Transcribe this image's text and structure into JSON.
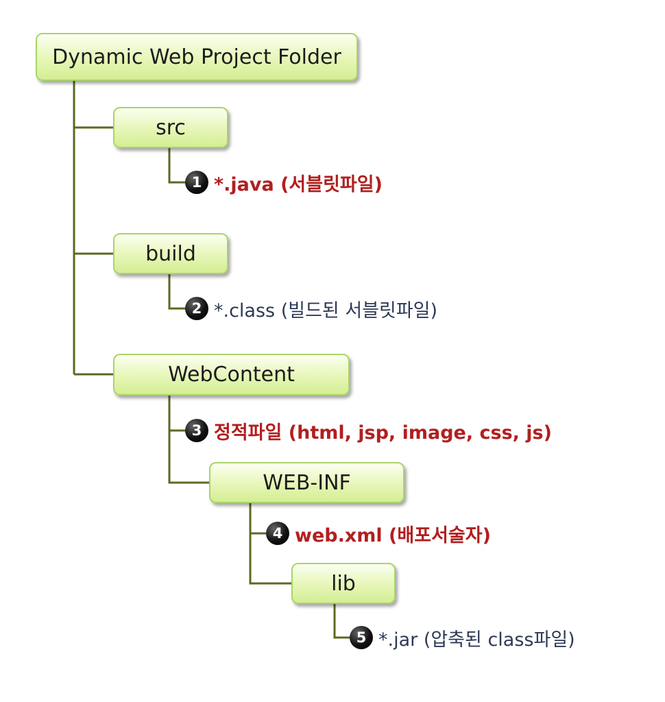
{
  "colors": {
    "connector": "#5a6a22",
    "highlight": "#b21f1f",
    "normal": "#2d3a55",
    "folder_border": "#a9d46a"
  },
  "folders": {
    "root": "Dynamic Web Project Folder",
    "src": "src",
    "build": "build",
    "webcontent": "WebContent",
    "webinf": "WEB-INF",
    "lib": "lib"
  },
  "annotations": {
    "java": {
      "number": "1",
      "text": "*.java (서블릿파일)",
      "style": "highlight"
    },
    "class": {
      "number": "2",
      "text": "*.class (빌드된 서블릿파일)",
      "style": "normal"
    },
    "static": {
      "number": "3",
      "text": "정적파일 (html, jsp, image, css, js)",
      "style": "highlight"
    },
    "webxml": {
      "number": "4",
      "text": "web.xml (배포서술자)",
      "style": "highlight"
    },
    "jar": {
      "number": "5",
      "text": "*.jar (압축된 class파일)",
      "style": "normal"
    }
  }
}
